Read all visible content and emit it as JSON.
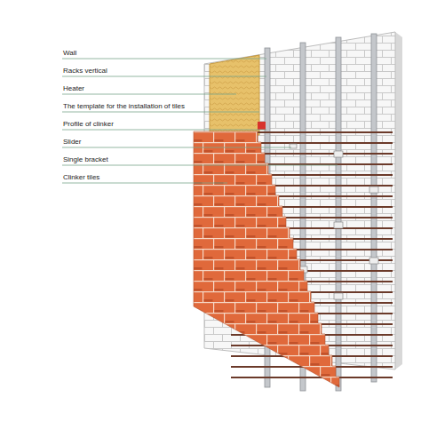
{
  "diagram": {
    "labels": [
      "Wall",
      "Racks vertical",
      "Heater",
      "The template for the installation of tiles",
      "Profile of clinker",
      "Slider",
      "Single bracket",
      "Clinker tiles"
    ]
  }
}
